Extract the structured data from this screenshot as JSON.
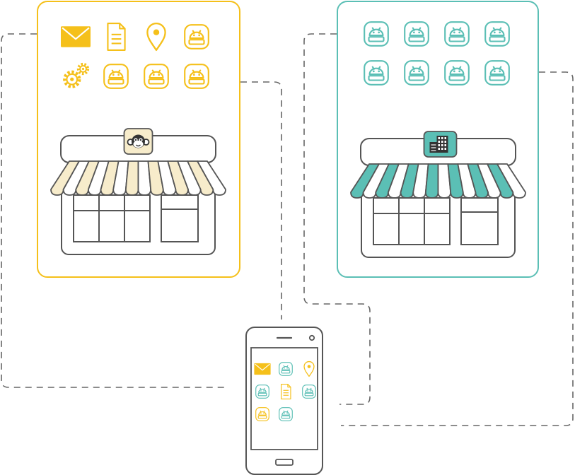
{
  "colors": {
    "yellow": "#f5c01a",
    "yellow_light": "#f7eccb",
    "teal": "#5bbfb5",
    "outline": "#555555",
    "dash": "#666666",
    "background": "#ffffff"
  },
  "store_left": {
    "name": "yellow-app-store",
    "badge_icon": "monkey-face-icon",
    "app_icons": [
      "envelope-icon",
      "document-icon",
      "location-pin-icon",
      "android-app-icon",
      "gears-icon",
      "android-app-icon",
      "android-app-icon",
      "android-app-icon"
    ]
  },
  "store_right": {
    "name": "teal-app-store",
    "badge_icon": "building-icon",
    "app_icons": [
      "android-app-icon",
      "android-app-icon",
      "android-app-icon",
      "android-app-icon",
      "android-app-icon",
      "android-app-icon",
      "android-app-icon",
      "android-app-icon"
    ]
  },
  "phone": {
    "installed_apps": [
      {
        "icon": "envelope-icon",
        "source": "yellow"
      },
      {
        "icon": "android-app-icon",
        "source": "teal"
      },
      {
        "icon": "location-pin-icon",
        "source": "yellow"
      },
      {
        "icon": "android-app-icon",
        "source": "teal"
      },
      {
        "icon": "document-icon",
        "source": "yellow"
      },
      {
        "icon": "android-app-icon",
        "source": "teal"
      },
      {
        "icon": "android-app-icon",
        "source": "yellow"
      },
      {
        "icon": "android-app-icon",
        "source": "teal"
      }
    ]
  }
}
